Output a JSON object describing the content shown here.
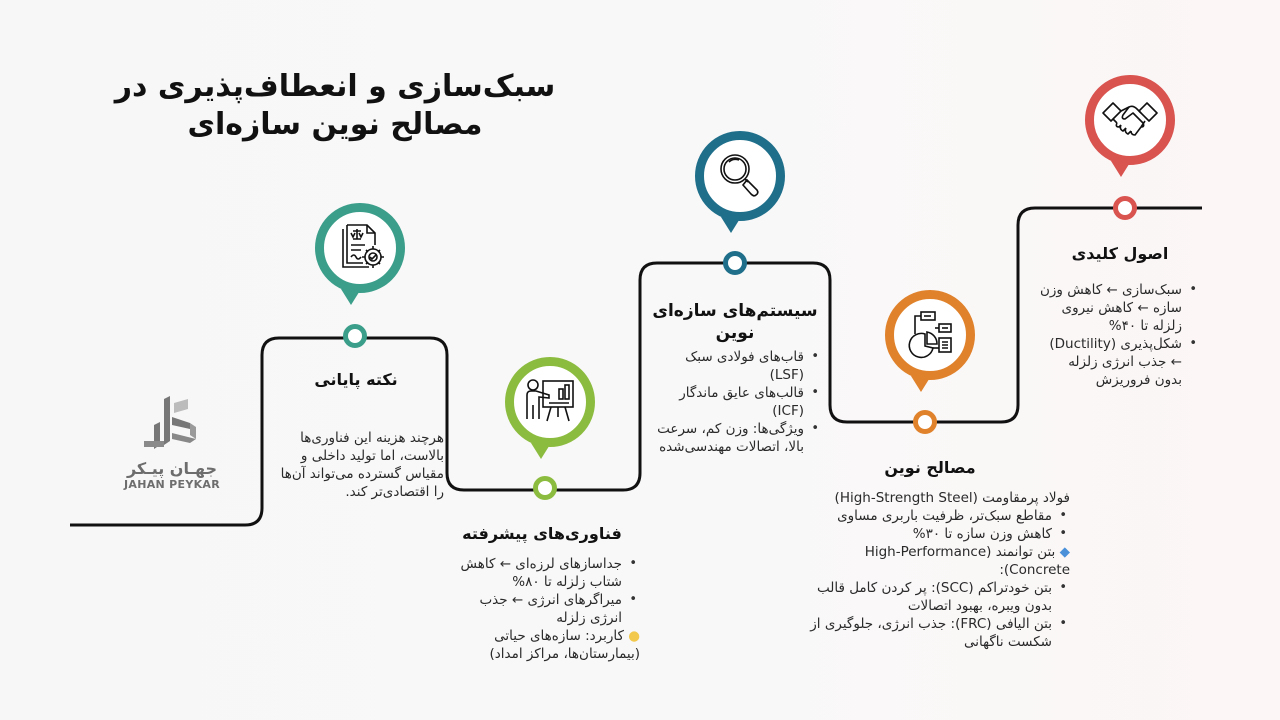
{
  "title": {
    "line1": "سبک‌سازی و انعطاف‌پذیری در",
    "line2": "مصالح نوین سازه‌ای"
  },
  "colors": {
    "teal": "#3a9e8a",
    "green": "#8cbc3f",
    "blue": "#1f6f8b",
    "orange": "#e0822b",
    "red": "#d9534f",
    "line": "#111111",
    "logo_gray": "#6d6d6d"
  },
  "logo": {
    "name_fa": "جهـان پیـکر",
    "name_en": "JAHAN PEYKAR"
  },
  "steps": [
    {
      "id": "conclusion",
      "color": "teal",
      "icon": "legal-document-gear-icon",
      "heading": "نکته پایانی",
      "paragraph": "هرچند هزینه این فناوری‌ها بالاست، اما تولید داخلی و مقیاس گسترده می‌تواند آن‌ها را اقتصادی‌تر کند."
    },
    {
      "id": "advanced-tech",
      "color": "green",
      "icon": "presentation-icon",
      "heading": "فناوری‌های پیشرفته",
      "bullets": [
        "جداسازهای لرزه‌ای ← کاهش شتاب زلزله تا ۸۰%",
        "میراگرهای انرژی ← جذب انرژی زلزله"
      ],
      "note_icon": "lightbulb-icon",
      "note": "کاربرد: سازه‌های حیاتی (بیمارستان‌ها، مراکز امداد)"
    },
    {
      "id": "structural-systems",
      "color": "blue",
      "icon": "magnifier-icon",
      "heading": "سیستم‌های سازه‌ای نوین",
      "bullets": [
        "قاب‌های فولادی سبک (LSF)",
        "قالب‌های عایق ماندگار (ICF)",
        "ویژگی‌ها: وزن کم، سرعت بالا، اتصالات مهندسی‌شده"
      ]
    },
    {
      "id": "new-materials",
      "color": "orange",
      "icon": "charts-documents-icon",
      "heading": "مصالح نوین",
      "steel_title": "فولاد پرمقاومت (High-Strength Steel)",
      "steel_bullets": [
        "مقاطع سبک‌تر، ظرفیت باربری مساوی",
        "کاهش وزن سازه تا ۳۰%"
      ],
      "concrete_icon": "diamond-icon",
      "concrete_title": "بتن توانمند (High-Performance Concrete):",
      "concrete_bullets": [
        "بتن خودتراکم (SCC): پر کردن کامل قالب بدون ویبره، بهبود اتصالات",
        "بتن الیافی (FRC): جذب انرژی، جلوگیری از شکست ناگهانی"
      ]
    },
    {
      "id": "key-principles",
      "color": "red",
      "icon": "handshake-icon",
      "heading": "اصول کلیدی",
      "bullets": [
        "سبک‌سازی ← کاهش وزن سازه ← کاهش نیروی زلزله تا ۴۰%",
        "شکل‌پذیری (Ductility) ← جذب انرژی زلزله بدون فروریزش"
      ]
    }
  ]
}
